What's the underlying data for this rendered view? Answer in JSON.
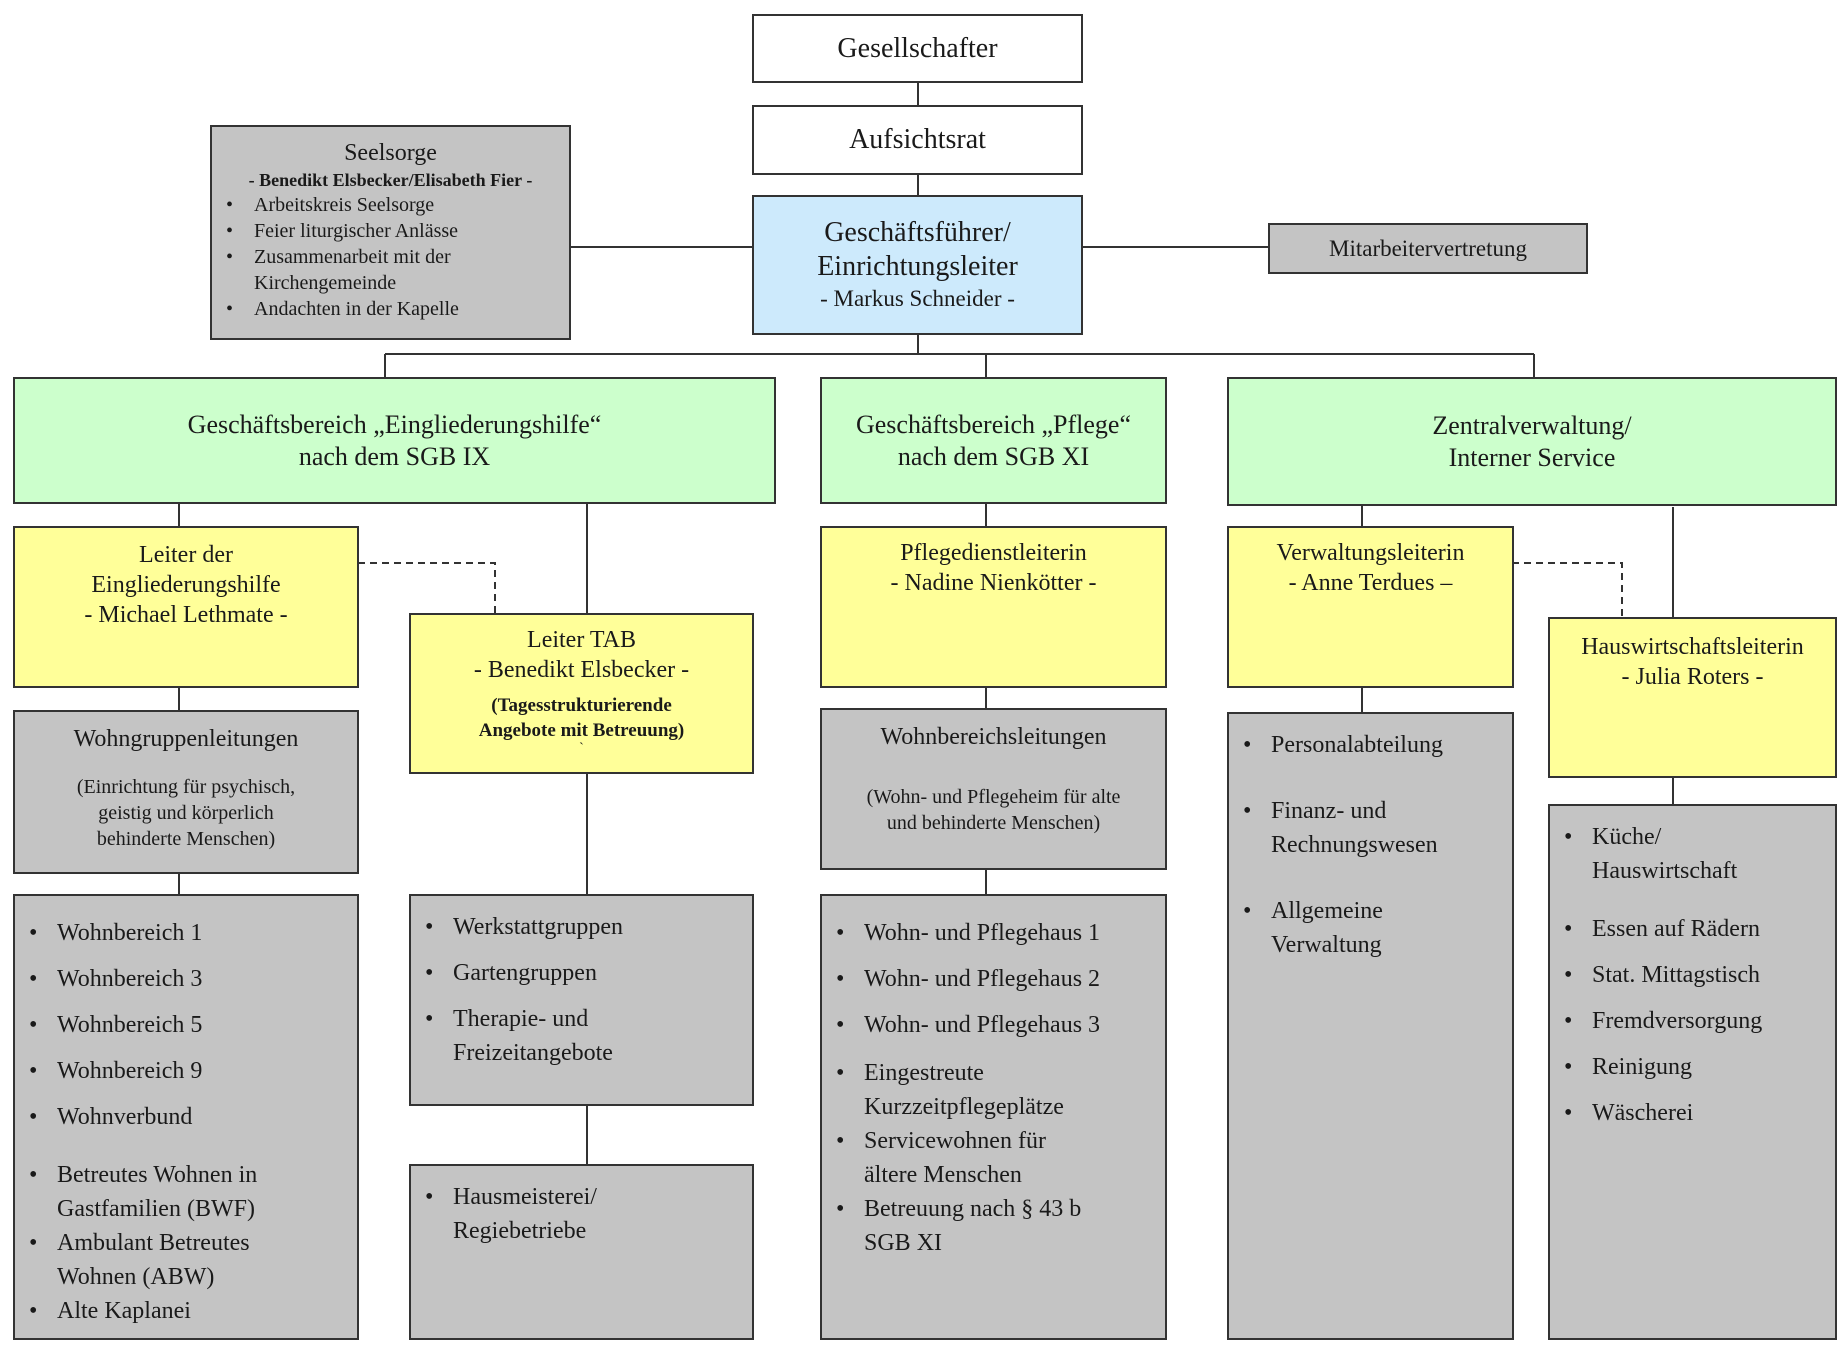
{
  "top": {
    "gesellschafter": "Gesellschafter",
    "aufsichtsrat": "Aufsichtsrat",
    "gf_line1": "Geschäftsführer/",
    "gf_line2": "Einrichtungsleiter",
    "gf_name": "- Markus Schneider -",
    "mitarbeitervertretung": "Mitarbeitervertretung"
  },
  "seelsorge": {
    "title": "Seelsorge",
    "names": "- Benedikt Elsbecker/Elisabeth Fier -",
    "items": [
      "Arbeitskreis Seelsorge",
      "Feier liturgischer Anlässe",
      "Zusammenarbeit mit der Kirchengemeinde",
      "Andachten in der Kapelle"
    ]
  },
  "areas": {
    "eingliederung_l1": "Geschäftsbereich „Eingliederungshilfe“",
    "eingliederung_l2": "nach dem SGB IX",
    "pflege_l1": "Geschäftsbereich „Pflege“",
    "pflege_l2": "nach dem SGB XI",
    "zentral_l1": "Zentralverwaltung/",
    "zentral_l2": "Interner Service"
  },
  "leaders": {
    "eh_l1": "Leiter der",
    "eh_l2": "Eingliederungshilfe",
    "eh_name": "- Michael Lethmate -",
    "tab_title": "Leiter TAB",
    "tab_name": "- Benedikt Elsbecker -",
    "tab_note_l1": "(Tagesstrukturierende",
    "tab_note_l2": "Angebote mit Betreuung)",
    "tab_mark": "`",
    "pdl_title": "Pflegedienstleiterin",
    "pdl_name": "- Nadine Nienkötter -",
    "vl_title": "Verwaltungsleiterin",
    "vl_name": "- Anne Terdues –",
    "hwl_title": "Hauswirtschaftsleiterin",
    "hwl_name": "- Julia Roters -"
  },
  "wohngruppen": {
    "title": "Wohngruppenleitungen",
    "desc_l1": "(Einrichtung für psychisch,",
    "desc_l2": "geistig und körperlich",
    "desc_l3": "behinderte Menschen)"
  },
  "wohnbereichsleitungen": {
    "title": "Wohnbereichsleitungen",
    "desc_l1": "(Wohn- und Pflegeheim für alte",
    "desc_l2": "und behinderte Menschen)"
  },
  "lists": {
    "eh_a": [
      "Wohnbereich 1",
      "Wohnbereich 3",
      "Wohnbereich 5",
      "Wohnbereich 9",
      "Wohnverbund"
    ],
    "eh_b": [
      "Betreutes Wohnen in Gastfamilien (BWF)",
      "Ambulant Betreutes Wohnen (ABW)",
      "Alte Kaplanei"
    ],
    "tab": [
      "Werkstattgruppen",
      "Gartengruppen",
      "Therapie- und Freizeitangebote"
    ],
    "haus": [
      "Hausmeisterei/ Regiebetriebe"
    ],
    "pflege_a": [
      "Wohn- und Pflegehaus 1",
      "Wohn- und Pflegehaus 2",
      "Wohn- und Pflegehaus 3"
    ],
    "pflege_b": [
      "Eingestreute Kurzzeitpflegeplätze",
      "Servicewohnen für ältere Menschen",
      "Betreuung nach § 43 b SGB XI"
    ],
    "verwaltung": [
      "Personalabteilung",
      "Finanz- und Rechnungswesen",
      "Allgemeine Verwaltung"
    ],
    "hw_a": [
      "Küche/ Hauswirtschaft"
    ],
    "hw_b": [
      "Essen auf Rädern",
      "Stat. Mittagstisch",
      "Fremdversorgung",
      "Reinigung",
      "Wäscherei"
    ]
  }
}
